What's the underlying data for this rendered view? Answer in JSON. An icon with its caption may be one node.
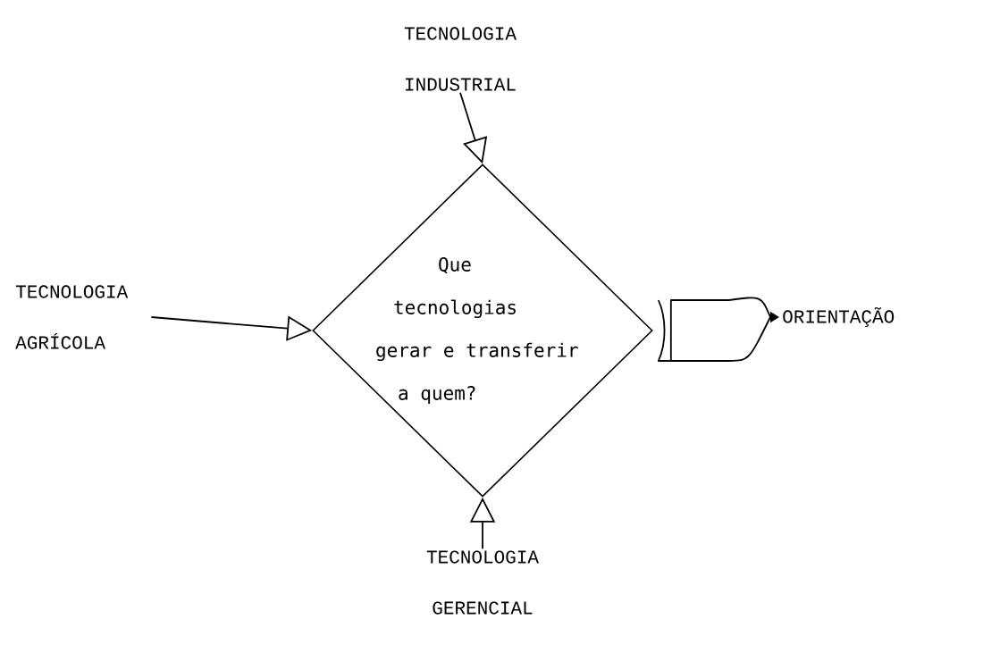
{
  "diagram": {
    "nodes": [
      {
        "text": [
          "Que tecnologias gerar e transferir a quem?"
        ]
      },
      {
        "text": [
          "TECNOLOGIA INDUSTRIAL"
        ]
      },
      {
        "text": [
          "TECNOLOGIA AGRÍCOLA"
        ]
      },
      {
        "text": [
          "TECNOLOGIA GERENCIAL"
        ]
      },
      {
        "text": [
          "ORIENTAÇÃO"
        ]
      }
    ],
    "edges": [
      {
        "from": 1,
        "to": 0,
        "arrow": "to"
      },
      {
        "from": 2,
        "to": 0,
        "arrow": "to"
      },
      {
        "from": 3,
        "to": 0,
        "arrow": "to"
      },
      {
        "from": 0,
        "to": 4,
        "arrow": "to"
      }
    ]
  }
}
